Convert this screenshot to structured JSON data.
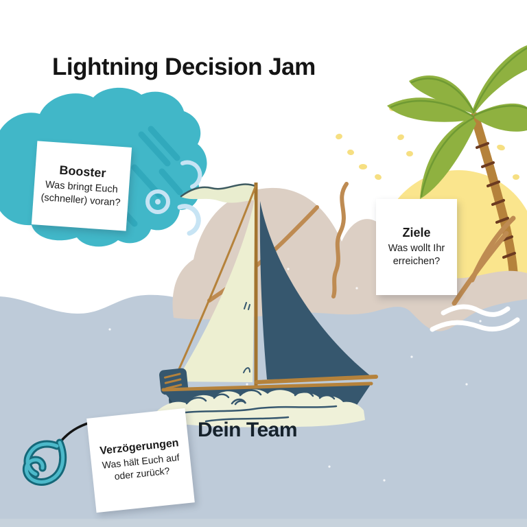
{
  "page": {
    "title": "Lightning Decision Jam"
  },
  "boat": {
    "label": "Dein Team"
  },
  "notes": {
    "booster": {
      "title": "Booster",
      "question": "Was bringt Euch (schneller) voran?"
    },
    "goals": {
      "title": "Ziele",
      "question": "Was wollt Ihr erreichen?"
    },
    "delays": {
      "title": "Verzögerungen",
      "question": "Was hält Euch auf oder zurück?"
    }
  },
  "illustrations": {
    "cloud": "teal booster cloud",
    "sun": "yellow sun with sparkles",
    "palm_tree": "green palm tree on sandy island",
    "mountain": "beige mountain with brown strokes",
    "sailboat": "team sailboat with cream and navy sails",
    "water": "light blue sea",
    "fishing_hook": "teal triple fishing hook on black line",
    "wave_lines": "white wave strokes on water"
  },
  "colors": {
    "cloud": "#41B7C8",
    "cloud_streak": "#2BA4B8",
    "swirl_blue": "#C7E4F4",
    "sun": "#FAE58D",
    "sparkle": "#F6DF82",
    "water": "#BECBD9",
    "land": "#DCCFC4",
    "land_stroke": "#BE8B52",
    "palm_leaf": "#8FB140",
    "trunk": "#B5823B",
    "boat_navy": "#36576E",
    "sail_cream": "#EDEFD1",
    "wave_cream": "#EFF1D9",
    "hook_teal": "#4CB9CA",
    "hook_dark": "#156879",
    "text": "#141414"
  }
}
